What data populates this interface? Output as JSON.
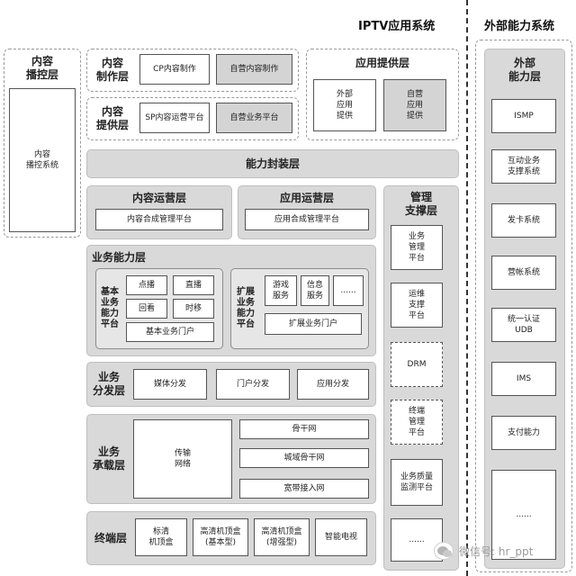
{
  "header": {
    "iptv_title": "IPTV应用系统",
    "external_title": "外部能力系统"
  },
  "playback": {
    "title": "内容\n播控层",
    "system": "内容\n播控系统"
  },
  "production": {
    "title": "内容\n制作层",
    "cp": "CP内容制作",
    "self": "自营内容制作"
  },
  "provider": {
    "title": "内容\n提供层",
    "sp": "SP内容运营平台",
    "self": "自营业务平台"
  },
  "app_provider": {
    "title": "应用提供层",
    "external": "外部\n应用\n提供",
    "self": "自营\n应用\n提供"
  },
  "encapsulation": {
    "title": "能力封装层"
  },
  "content_ops": {
    "title": "内容运营层",
    "platform": "内容合成管理平台"
  },
  "app_ops": {
    "title": "应用运营层",
    "platform": "应用合成管理平台"
  },
  "management": {
    "title": "管理\n支撑层",
    "items": [
      "业务\n管理\n平台",
      "运维\n支撑\n平台",
      "DRM",
      "终端\n管理\n平台",
      "业务质量\n监测平台",
      "......"
    ]
  },
  "service_capability": {
    "title": "业务能力层",
    "basic": {
      "label": "基本\n业务\n能力\n平台",
      "items": [
        "点播",
        "直播",
        "回看",
        "时移"
      ],
      "portal": "基本业务门户"
    },
    "extended": {
      "label": "扩展\n业务\n能力\n平台",
      "items": [
        "游戏\n服务",
        "信息\n服务",
        "......"
      ],
      "portal": "扩展业务门户"
    }
  },
  "distribution": {
    "title": "业务\n分发层",
    "items": [
      "媒体分发",
      "门户分发",
      "应用分发"
    ]
  },
  "bearer": {
    "title": "业务\n承载层",
    "transport": "传输\n网络",
    "items": [
      "骨干网",
      "城域骨干网",
      "宽带接入网"
    ]
  },
  "terminal": {
    "title": "终端层",
    "items": [
      "标清\n机顶盒",
      "高清机顶盒\n(基本型)",
      "高清机顶盒\n(增强型)",
      "智能电视"
    ]
  },
  "external": {
    "title": "外部\n能力层",
    "items": [
      "ISMP",
      "互动业务\n支撑系统",
      "发卡系统",
      "营帐系统",
      "统一认证\nUDB",
      "IMS",
      "支付能力",
      "......"
    ]
  },
  "watermark": {
    "text": "微信号: hr_ppt"
  }
}
